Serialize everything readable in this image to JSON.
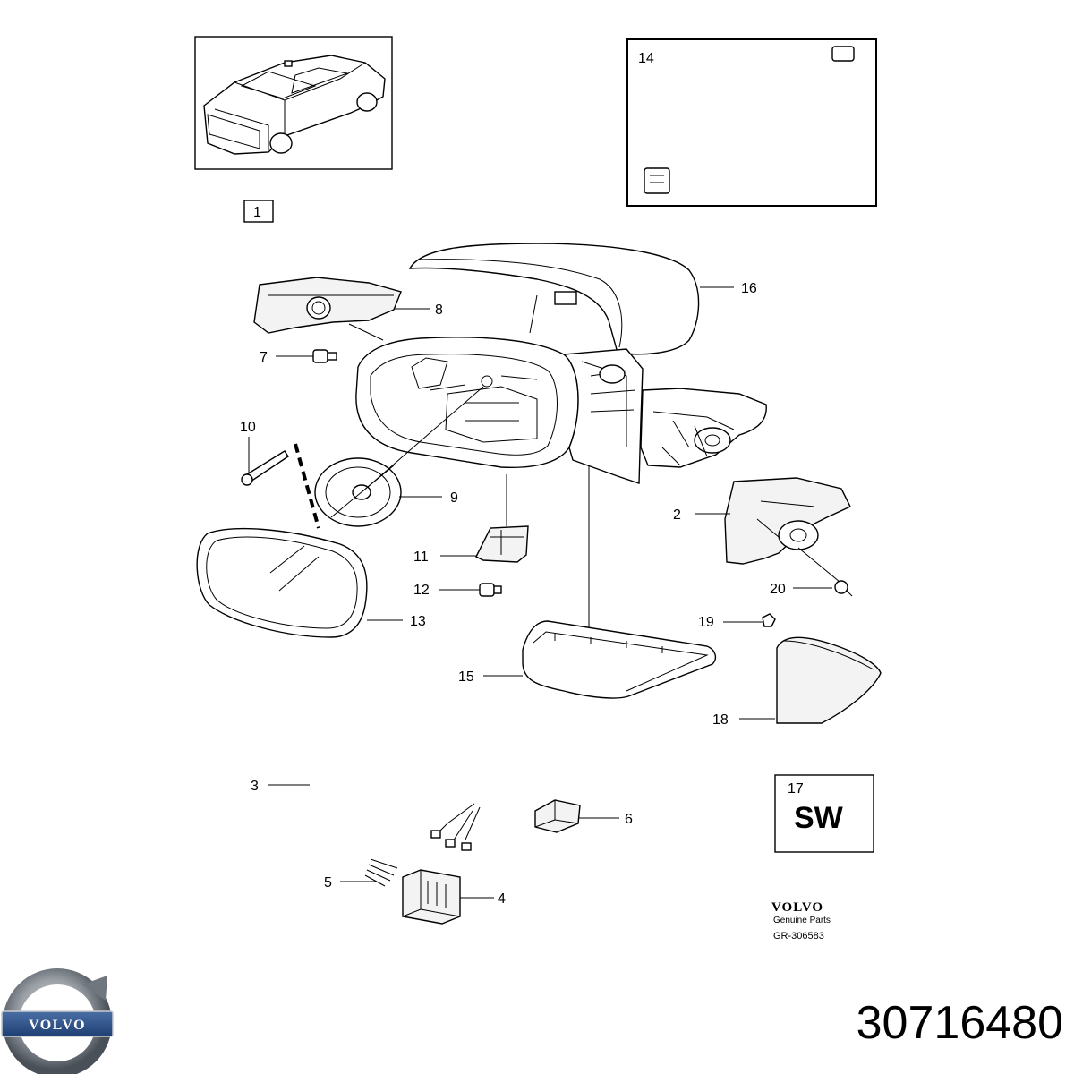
{
  "diagram": {
    "callouts": [
      "1",
      "2",
      "3",
      "4",
      "5",
      "6",
      "7",
      "8",
      "9",
      "10",
      "11",
      "12",
      "13",
      "14",
      "15",
      "16",
      "17",
      "18",
      "19",
      "20"
    ],
    "sw_box": {
      "number": "17",
      "text": "SW"
    },
    "brand": {
      "volvo_wordmark": "VOLVO",
      "genuine": "Genuine Parts",
      "ref": "GR-306583"
    },
    "logo_text": "VOLVO",
    "part_number": "30716480"
  }
}
